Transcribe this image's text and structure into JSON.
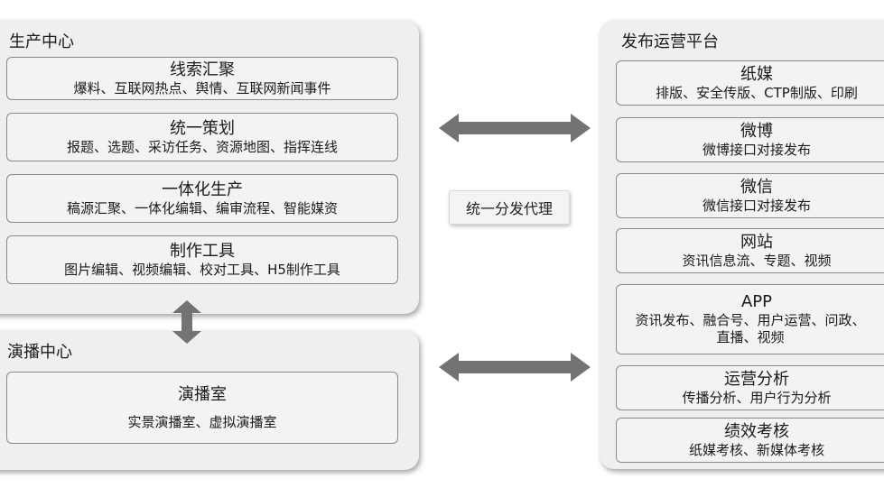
{
  "production_center": {
    "title": "生产中心",
    "boxes": [
      {
        "title": "线索汇聚",
        "desc": "爆料、互联网热点、舆情、互联网新闻事件"
      },
      {
        "title": "统一策划",
        "desc": "报题、选题、采访任务、资源地图、指挥连线"
      },
      {
        "title": "一体化生产",
        "desc": "稿源汇聚、一体化编辑、编审流程、智能媒资"
      },
      {
        "title": "制作工具",
        "desc": "图片编辑、视频编辑、校对工具、H5制作工具"
      }
    ]
  },
  "broadcast_center": {
    "title": "演播中心",
    "box": {
      "title": "演播室",
      "desc": "实景演播室、虚拟演播室"
    }
  },
  "agent_label": "统一分发代理",
  "platform": {
    "title": "发布运营平台",
    "boxes": [
      {
        "title": "纸媒",
        "desc": "排版、安全传版、CTP制版、印刷"
      },
      {
        "title": "微博",
        "desc": "微博接口对接发布"
      },
      {
        "title": "微信",
        "desc": "微信接口对接发布"
      },
      {
        "title": "网站",
        "desc": "资讯信息流、专题、视频"
      },
      {
        "title": "APP",
        "desc": "资讯发布、融合号、用户运营、问政、直播、视频"
      },
      {
        "title": "运营分析",
        "desc": "传播分析、用户行为分析"
      },
      {
        "title": "绩效考核",
        "desc": "纸媒考核、新媒体考核"
      }
    ]
  },
  "colors": {
    "arrow": "#737373",
    "panel": "#efefef",
    "box_border": "#8a8a8a"
  }
}
